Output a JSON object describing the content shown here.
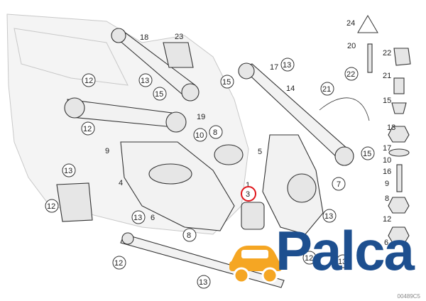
{
  "callouts": {
    "c1": "18",
    "c2": "23",
    "c3": "24",
    "c4": "20",
    "c5": "22",
    "c6": "12",
    "c7": "13",
    "c8": "15",
    "c9": "17",
    "c10": "13",
    "c11": "14",
    "c12": "22",
    "c13": "21",
    "c14": "21",
    "c15": "15",
    "c16": "19",
    "c17": "10",
    "c18": "8",
    "c19": "12",
    "c20": "9",
    "c21": "5",
    "c22": "13",
    "c23": "13",
    "c24": "1",
    "c25": "3",
    "c26": "7",
    "c27": "4",
    "c28": "15",
    "c29": "13",
    "c30": "6",
    "c31": "12",
    "c32": "8",
    "c33": "12",
    "c34": "13",
    "c35": "13",
    "c36": "12",
    "c37": "12",
    "c38": "13",
    "c39": "6",
    "c40": "15",
    "c41": "16",
    "c42": "9",
    "c43": "17",
    "c44": "10",
    "c45": "8"
  },
  "logo": {
    "brand": "Palca",
    "accent_color": "#f5a623",
    "brand_color": "#1d4f8f"
  },
  "footer": {
    "code": "00489C5"
  },
  "highlight": {
    "color": "#e0151b"
  },
  "icons": {
    "warning_triangle": "warning-triangle-icon",
    "car": "car-icon"
  }
}
